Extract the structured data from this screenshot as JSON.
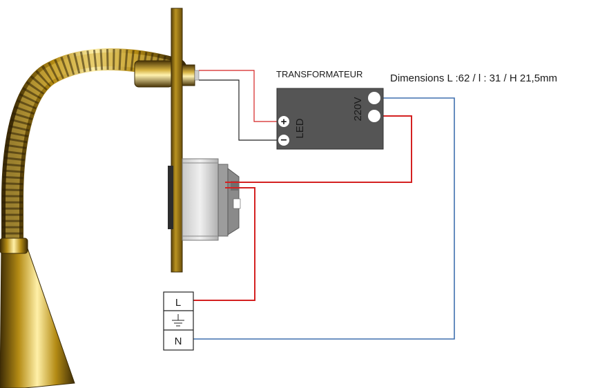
{
  "transformer": {
    "title": "TRANSFORMATEUR",
    "dimensions": "Dimensions L :62 / l : 31 / H 21,5mm",
    "input_label": "220V",
    "output_label": "LED",
    "plus_symbol": "+",
    "minus_symbol": "−",
    "body_color": "#555555"
  },
  "terminal_block": {
    "line_label": "L",
    "neutral_label": "N",
    "earth_icon": "earth-ground-icon"
  },
  "wires": {
    "phase_color": "#d42020",
    "neutral_color": "#3f6fae",
    "led_negative_color": "#222222"
  },
  "lamp": {
    "metal_color": "#b8900f",
    "switch_icon": "rocker-switch-icon"
  }
}
